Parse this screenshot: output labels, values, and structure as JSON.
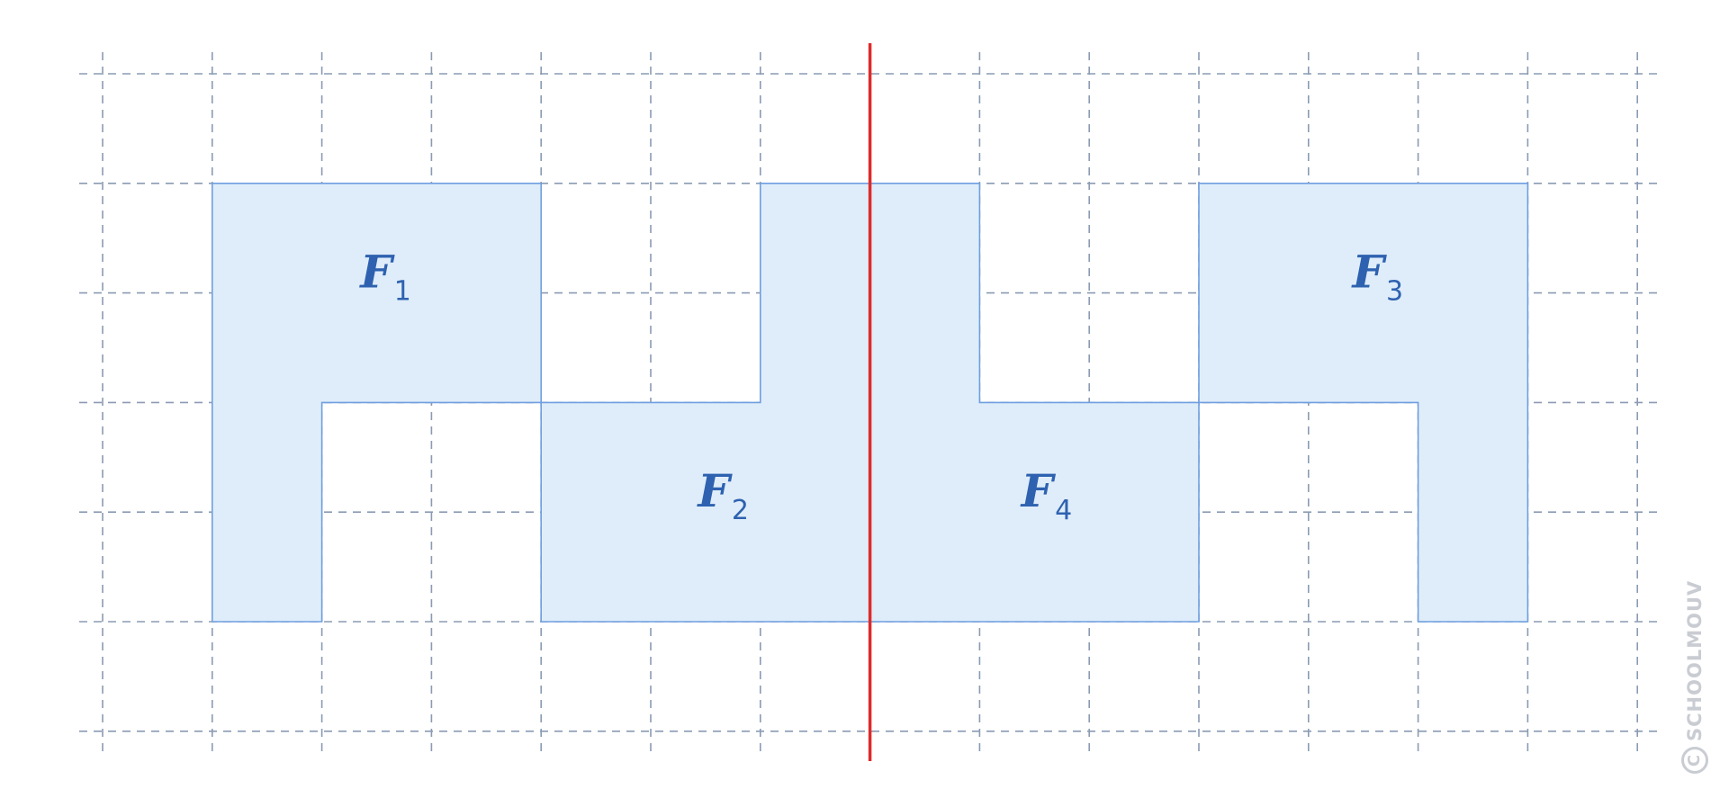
{
  "diagram": {
    "grid": {
      "columns": 14,
      "rows": 6
    },
    "axis": {
      "label": "",
      "column": 7,
      "color": "#dd2b2b"
    },
    "figures": [
      {
        "id": "F1",
        "letter": "F",
        "index": "1",
        "cells": [
          [
            1,
            1
          ],
          [
            2,
            1
          ],
          [
            3,
            1
          ],
          [
            1,
            2
          ],
          [
            2,
            2
          ],
          [
            3,
            2
          ],
          [
            1,
            3
          ],
          [
            1,
            4
          ]
        ]
      },
      {
        "id": "F2",
        "letter": "F",
        "index": "2",
        "cells": [
          [
            6,
            1
          ],
          [
            6,
            2
          ],
          [
            4,
            3
          ],
          [
            5,
            3
          ],
          [
            6,
            3
          ],
          [
            4,
            4
          ],
          [
            5,
            4
          ],
          [
            6,
            4
          ]
        ]
      },
      {
        "id": "F3",
        "letter": "F",
        "index": "3",
        "cells": [
          [
            10,
            1
          ],
          [
            11,
            1
          ],
          [
            12,
            1
          ],
          [
            10,
            2
          ],
          [
            11,
            2
          ],
          [
            12,
            2
          ],
          [
            12,
            3
          ],
          [
            12,
            4
          ]
        ]
      },
      {
        "id": "F4",
        "letter": "F",
        "index": "4",
        "cells": [
          [
            7,
            1
          ],
          [
            7,
            2
          ],
          [
            7,
            3
          ],
          [
            8,
            3
          ],
          [
            9,
            3
          ],
          [
            7,
            4
          ],
          [
            8,
            4
          ],
          [
            9,
            4
          ]
        ]
      }
    ],
    "colors": {
      "fill": "#dfedfa",
      "stroke": "#6f9fe0",
      "label": "#2e62b0",
      "grid": "#8a9bb3"
    }
  },
  "watermark": {
    "text": "SCHOOLMOUV",
    "symbol": "C"
  }
}
